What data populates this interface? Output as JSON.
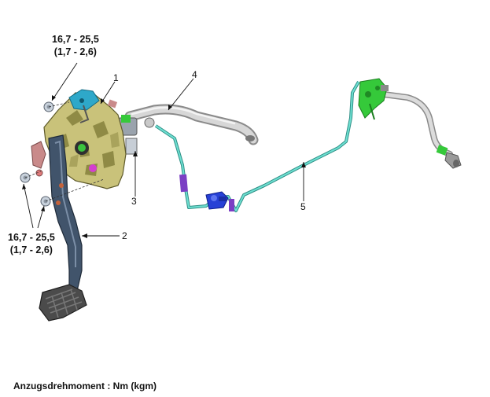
{
  "torque_top": {
    "line1": "16,7 - 25,5",
    "line2": "(1,7 - 2,6)"
  },
  "torque_bottom": {
    "line1": "16,7 - 25,5",
    "line2": "(1,7 - 2,6)"
  },
  "callouts": {
    "c1": "1",
    "c2": "2",
    "c3": "3",
    "c4": "4",
    "c5": "5"
  },
  "footer_note": "Anzugsdrehmoment : Nm (kgm)",
  "colors": {
    "bracket": "#c9c27a",
    "bracket_dark": "#8f8a45",
    "pedal_arm": "#41546b",
    "pedal_pad": "#4b4b4b",
    "pipe": "#bfbfbf",
    "clutch_line": "#45c3b4",
    "fitting_green": "#35c93a",
    "fitting_blue": "#2741d6",
    "fitting_purple": "#7b3fc4",
    "bolt": "#c9d2dc",
    "accent_cyan": "#2ea8c9"
  }
}
